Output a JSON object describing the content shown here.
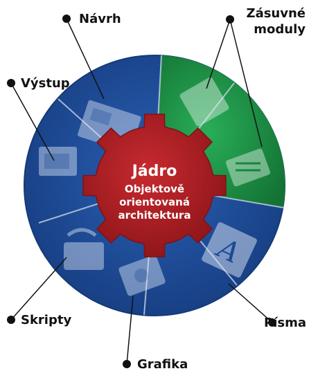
{
  "core": {
    "title": "Jádro",
    "subtitle_line1": "Objektově",
    "subtitle_line2": "orientovaná",
    "subtitle_line3": "architektura"
  },
  "labels": {
    "navrh": "Návrh",
    "zasuvne_line1": "Zásuvné",
    "zasuvne_line2": "moduly",
    "vystup": "Výstup",
    "pisma": "Písma",
    "skripty": "Skripty",
    "grafika": "Grafika"
  },
  "colors": {
    "blue": "#1f4e9b",
    "blue_dark": "#163d80",
    "green": "#1f9a4a",
    "green_dark": "#157a38",
    "gear": "#b01e23",
    "gear_dark": "#7e1216"
  }
}
